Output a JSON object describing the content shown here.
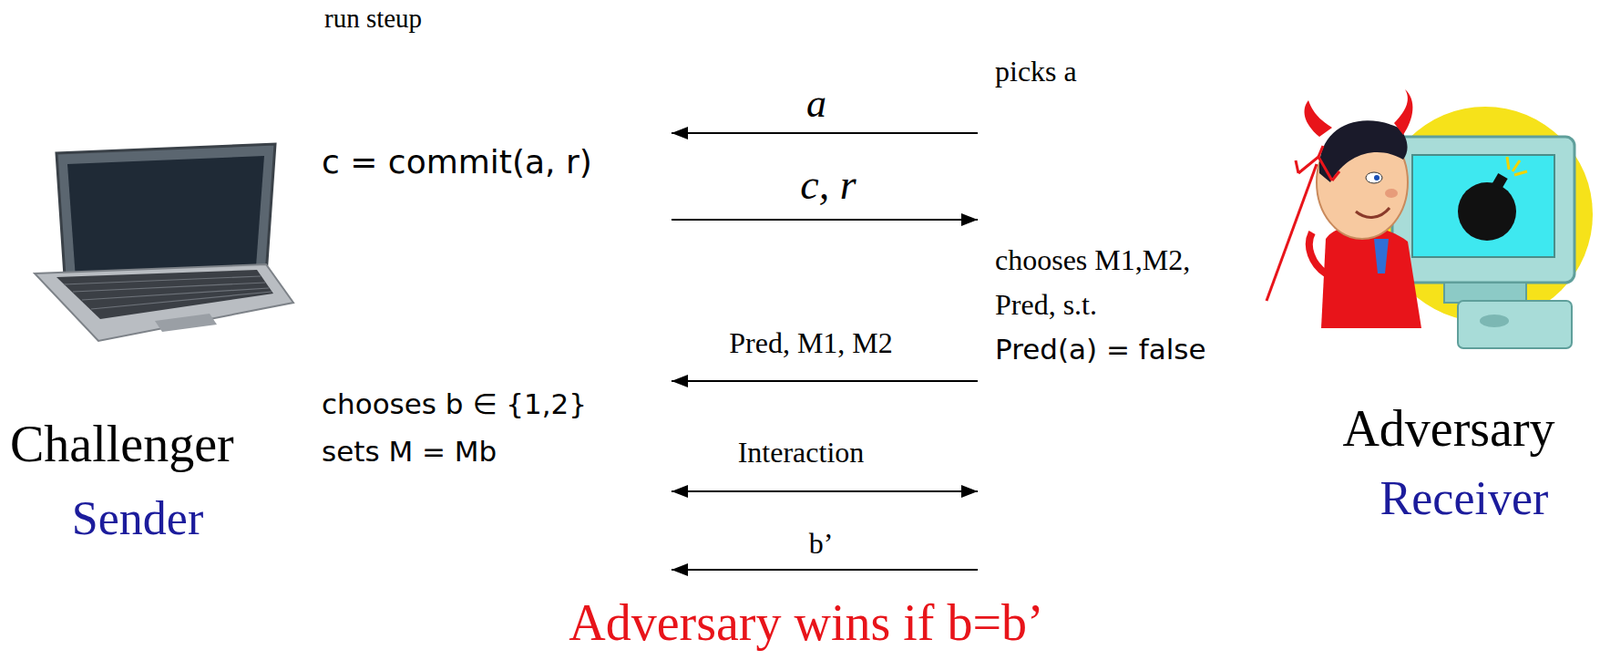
{
  "diagram": {
    "nodes": [
      {
        "text": [
          "Challenger",
          "Sender"
        ]
      },
      {
        "text": [
          "Adversary",
          "Receiver"
        ]
      }
    ],
    "edges": [
      {
        "from": 1,
        "to": 0,
        "label": "a",
        "arrow": "to"
      },
      {
        "from": 0,
        "to": 1,
        "label": "c, r",
        "arrow": "to"
      },
      {
        "from": 1,
        "to": 0,
        "label": "Pred, M1, M2",
        "arrow": "to"
      },
      {
        "from": 0,
        "to": 1,
        "label": "Interaction",
        "arrow": "both"
      },
      {
        "from": 1,
        "to": 0,
        "label": "b’",
        "arrow": "to"
      }
    ],
    "labels": [
      "run steup",
      "picks a",
      "c = commit(a, r)",
      "chooses M1,M2,",
      "Pred, s.t.",
      "Pred(a) = false",
      "chooses b ∈ {1,2}",
      "sets M = Mb",
      "Adversary wins if b=b’"
    ]
  }
}
